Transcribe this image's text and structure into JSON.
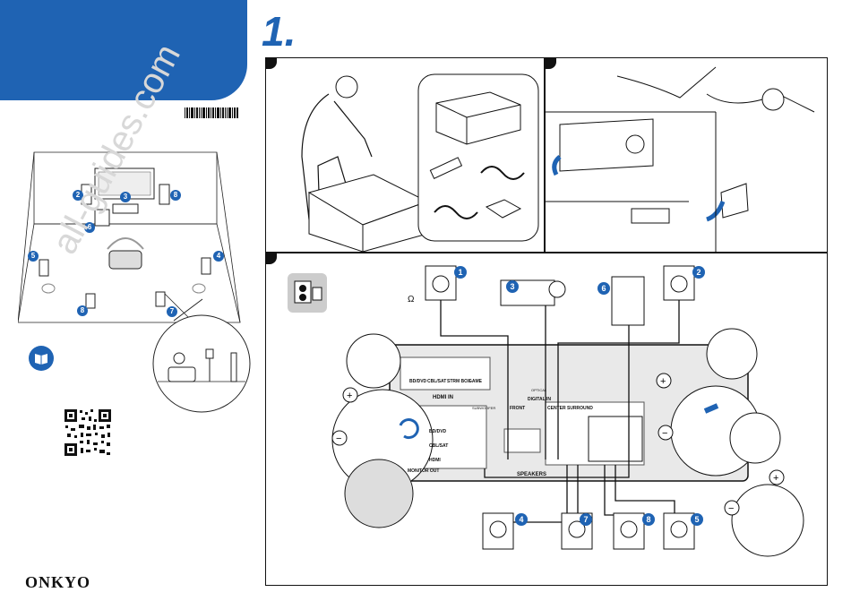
{
  "header": {
    "step": "1."
  },
  "watermark": "all-guides.com",
  "brand": "ONKYO",
  "room_badges": [
    "2",
    "3",
    "8",
    "6",
    "5",
    "4",
    "8",
    "7"
  ],
  "panel_c": {
    "ohm_symbol": "Ω",
    "speaker_badges": [
      "1",
      "3",
      "6",
      "2",
      "4",
      "7",
      "8",
      "5"
    ],
    "hdmi_inputs": [
      "BD/DVD",
      "CBL/SAT",
      "STRM BOX",
      "GAME"
    ],
    "hdmi_label": "HDMI IN",
    "speakers_label": "SPEAKERS",
    "monitor_out": "MONITOR OUT",
    "terminal_groups": [
      "FRONT",
      "CENTER",
      "SURROUND"
    ],
    "subwoofer": "SUBWOOFER",
    "left_inputs": [
      "BD/DVD",
      "CBL/SAT",
      "HDMI"
    ],
    "digital_in": "DIGITAL IN",
    "optical": "OPTICAL"
  }
}
